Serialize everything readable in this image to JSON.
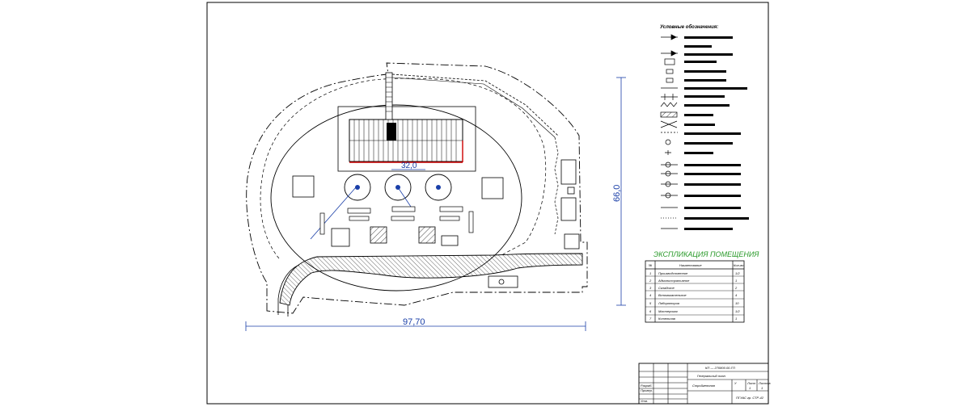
{
  "dimensions": {
    "width_label": "97,70",
    "height_label": "66,0",
    "building_label": "32,0"
  },
  "legend": {
    "title": "Условные обозначения:"
  },
  "explication": {
    "title": "ЭКСПЛИКАЦИЯ ПОМЕЩЕНИЯ",
    "header_num": "№",
    "header_name": "Наименование",
    "header_qty": "Кол-во",
    "rows": [
      {
        "num": "1",
        "name": "Производственное",
        "qty": "1/2"
      },
      {
        "num": "2",
        "name": "Административное",
        "qty": "1"
      },
      {
        "num": "3",
        "name": "Складское",
        "qty": "2"
      },
      {
        "num": "4",
        "name": "Вспомогательное",
        "qty": "4"
      },
      {
        "num": "5",
        "name": "Лаборатория",
        "qty": "10"
      },
      {
        "num": "6",
        "name": "Мастерская",
        "qty": "1/2"
      },
      {
        "num": "7",
        "name": "Котельная",
        "qty": "1"
      }
    ]
  },
  "stamp": {
    "code": "КП — 270800.00-ГП",
    "title": "Генеральный план",
    "subtitle": "Стройгенплан",
    "sheet": "Лист",
    "sheets": "Листов",
    "stage": "У",
    "sheet_num": "1",
    "sheets_num": "1",
    "org": "ПГУАС гр. СТР-42",
    "developed": "Разраб.",
    "checked": "Провер.",
    "approved": "Утв."
  },
  "colors": {
    "line": "#000000",
    "dimension": "#1a3fa8",
    "red_line": "#cc0000",
    "title_green": "#2a9a2a",
    "hatch": "#000000"
  }
}
